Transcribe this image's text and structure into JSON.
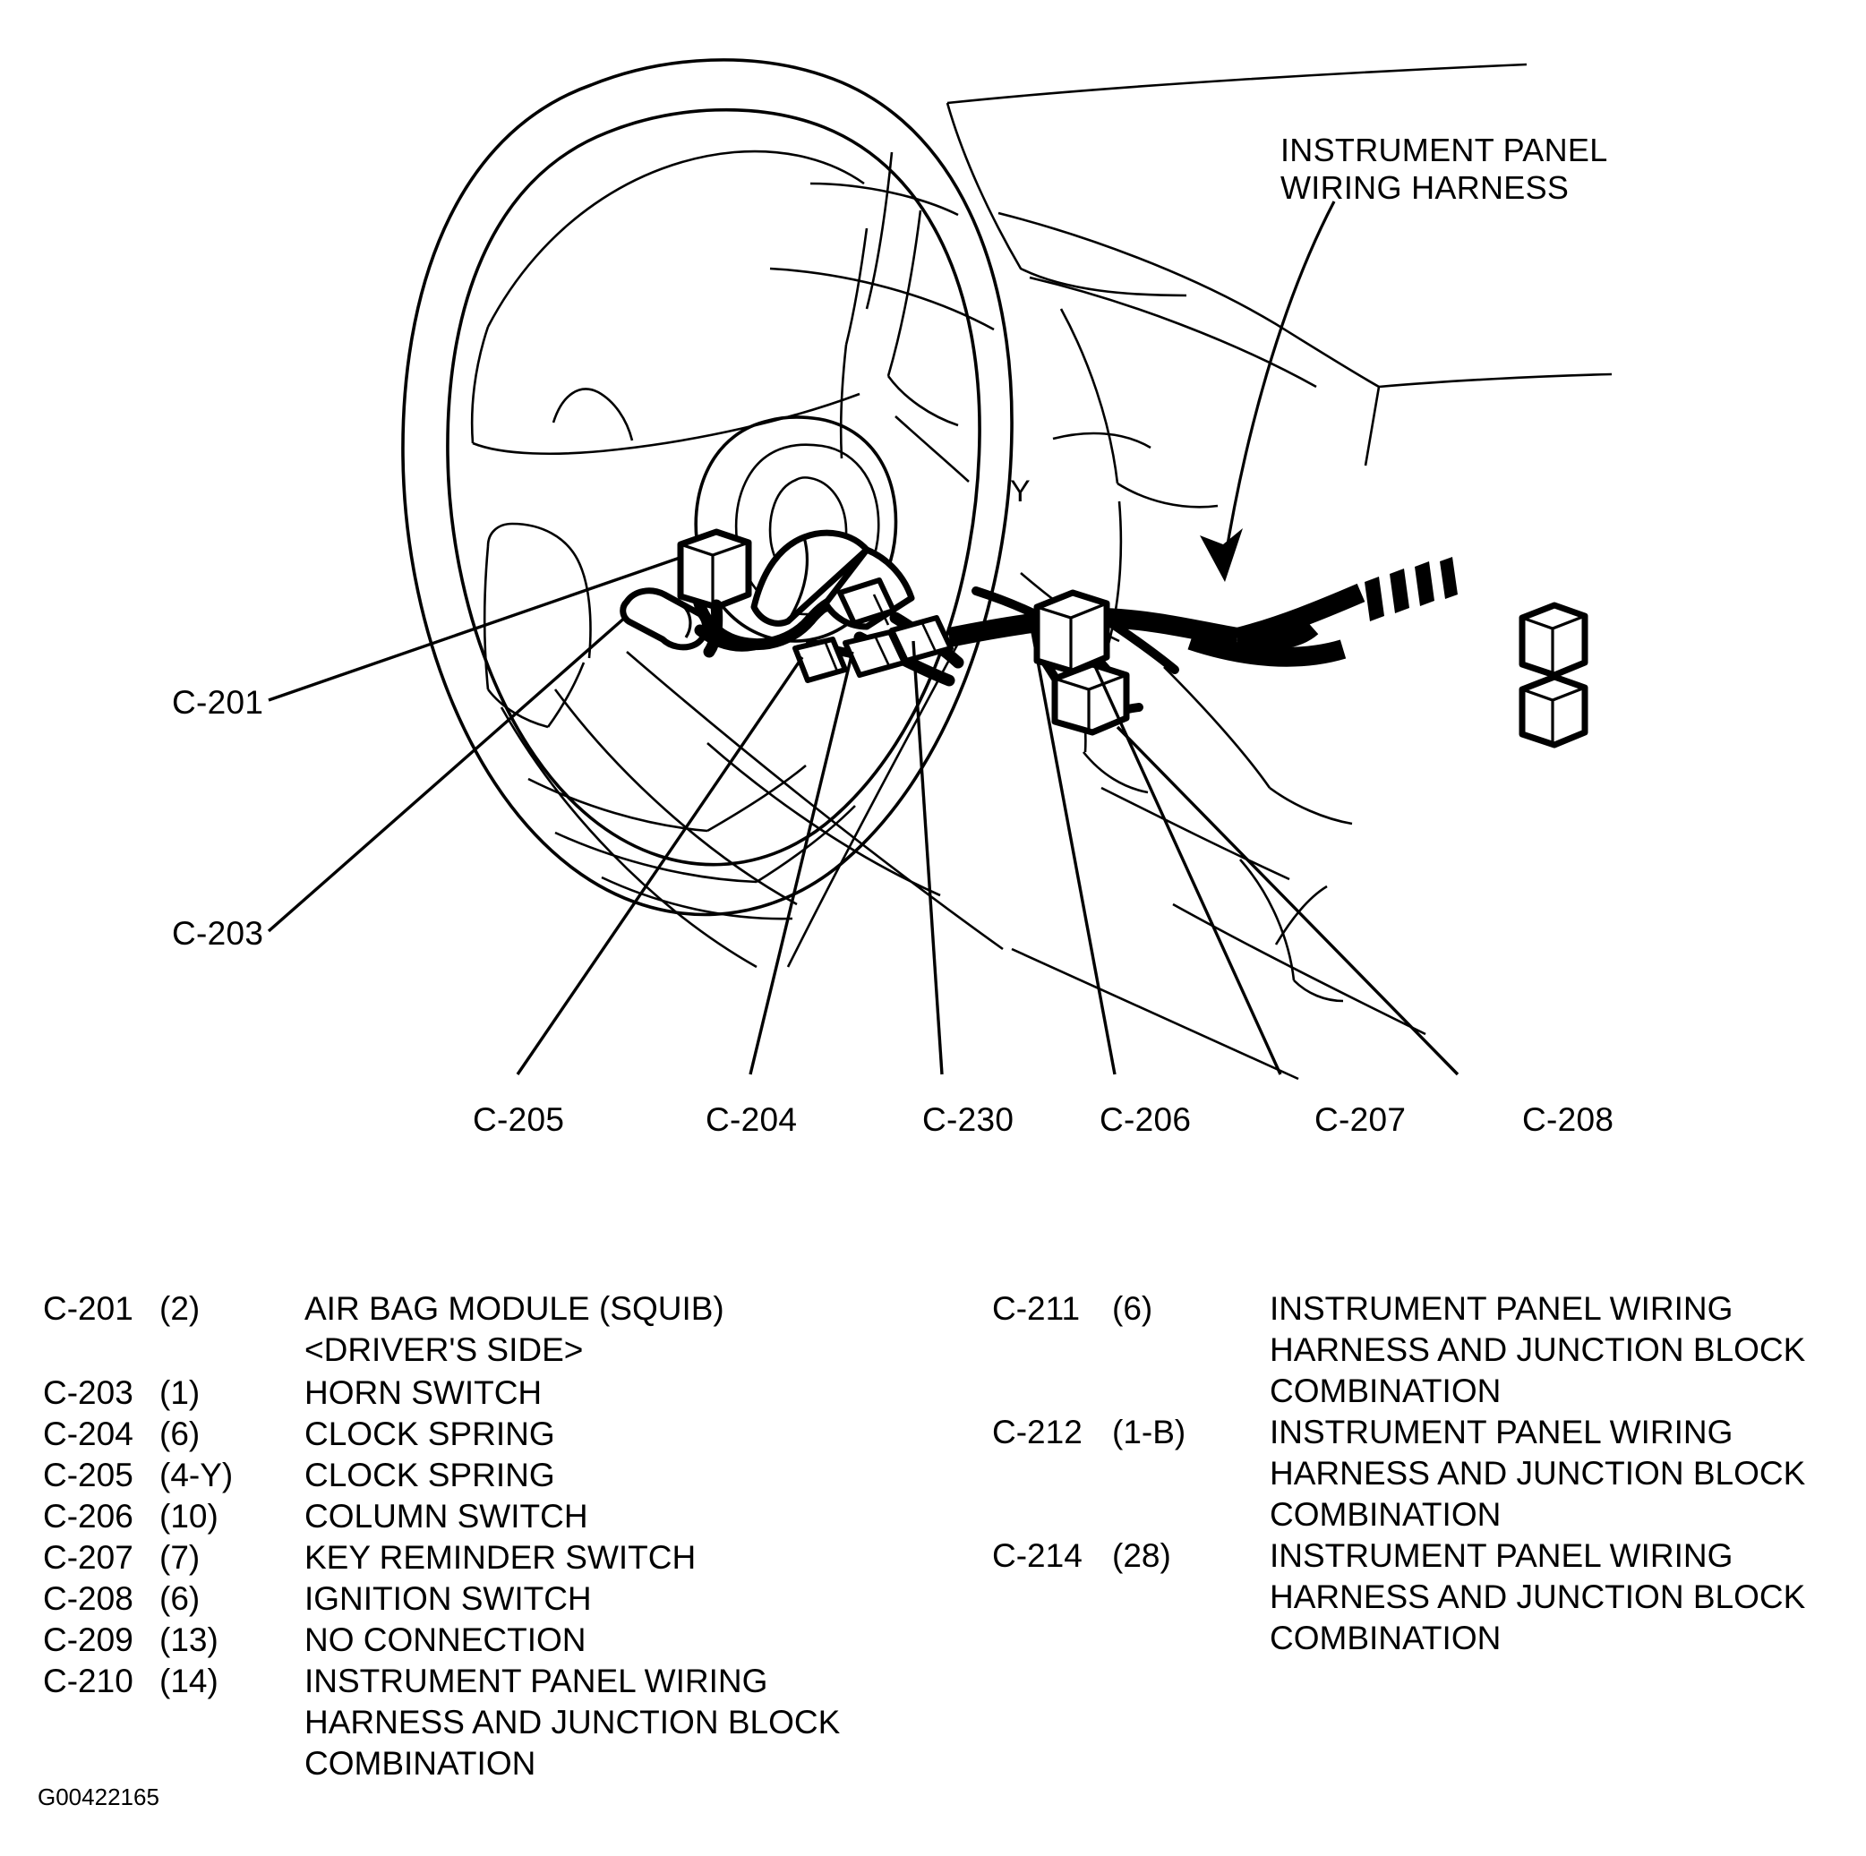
{
  "figure": {
    "id_label": "G00422165",
    "annotation": {
      "line1": "INSTRUMENT PANEL",
      "line2": "WIRING HARNESS"
    },
    "marker_y": "Y"
  },
  "callouts": [
    {
      "id": "c-201",
      "label": "C-201"
    },
    {
      "id": "c-203",
      "label": "C-203"
    },
    {
      "id": "c-205",
      "label": "C-205"
    },
    {
      "id": "c-204",
      "label": "C-204"
    },
    {
      "id": "c-230",
      "label": "C-230"
    },
    {
      "id": "c-206",
      "label": "C-206"
    },
    {
      "id": "c-207",
      "label": "C-207"
    },
    {
      "id": "c-208",
      "label": "C-208"
    }
  ],
  "legend": {
    "left": [
      {
        "code": "C-201",
        "count": "(2)",
        "desc": [
          "AIR BAG MODULE (SQUIB)",
          "<DRIVER'S SIDE>"
        ]
      },
      {
        "code": "C-203",
        "count": "(1)",
        "desc": [
          "HORN SWITCH"
        ]
      },
      {
        "code": "C-204",
        "count": "(6)",
        "desc": [
          "CLOCK SPRING"
        ]
      },
      {
        "code": "C-205",
        "count": "(4-Y)",
        "desc": [
          "CLOCK SPRING"
        ]
      },
      {
        "code": "C-206",
        "count": "(10)",
        "desc": [
          "COLUMN SWITCH"
        ]
      },
      {
        "code": "C-207",
        "count": "(7)",
        "desc": [
          "KEY REMINDER SWITCH"
        ]
      },
      {
        "code": "C-208",
        "count": "(6)",
        "desc": [
          "IGNITION SWITCH"
        ]
      },
      {
        "code": "C-209",
        "count": "(13)",
        "desc": [
          "NO CONNECTION"
        ]
      },
      {
        "code": "C-210",
        "count": "(14)",
        "desc": [
          "INSTRUMENT PANEL WIRING",
          "HARNESS AND JUNCTION BLOCK",
          "COMBINATION"
        ]
      }
    ],
    "right": [
      {
        "code": "C-211",
        "count": "(6)",
        "desc": [
          "INSTRUMENT PANEL WIRING",
          "HARNESS AND JUNCTION BLOCK",
          "COMBINATION"
        ]
      },
      {
        "code": "C-212",
        "count": "(1-B)",
        "desc": [
          "INSTRUMENT PANEL WIRING",
          "HARNESS AND JUNCTION BLOCK",
          "COMBINATION"
        ]
      },
      {
        "code": "C-214",
        "count": "(28)",
        "desc": [
          "INSTRUMENT PANEL WIRING",
          "HARNESS AND JUNCTION BLOCK",
          "COMBINATION"
        ]
      }
    ]
  },
  "colors": {
    "ink": "#000000",
    "background": "#ffffff"
  }
}
